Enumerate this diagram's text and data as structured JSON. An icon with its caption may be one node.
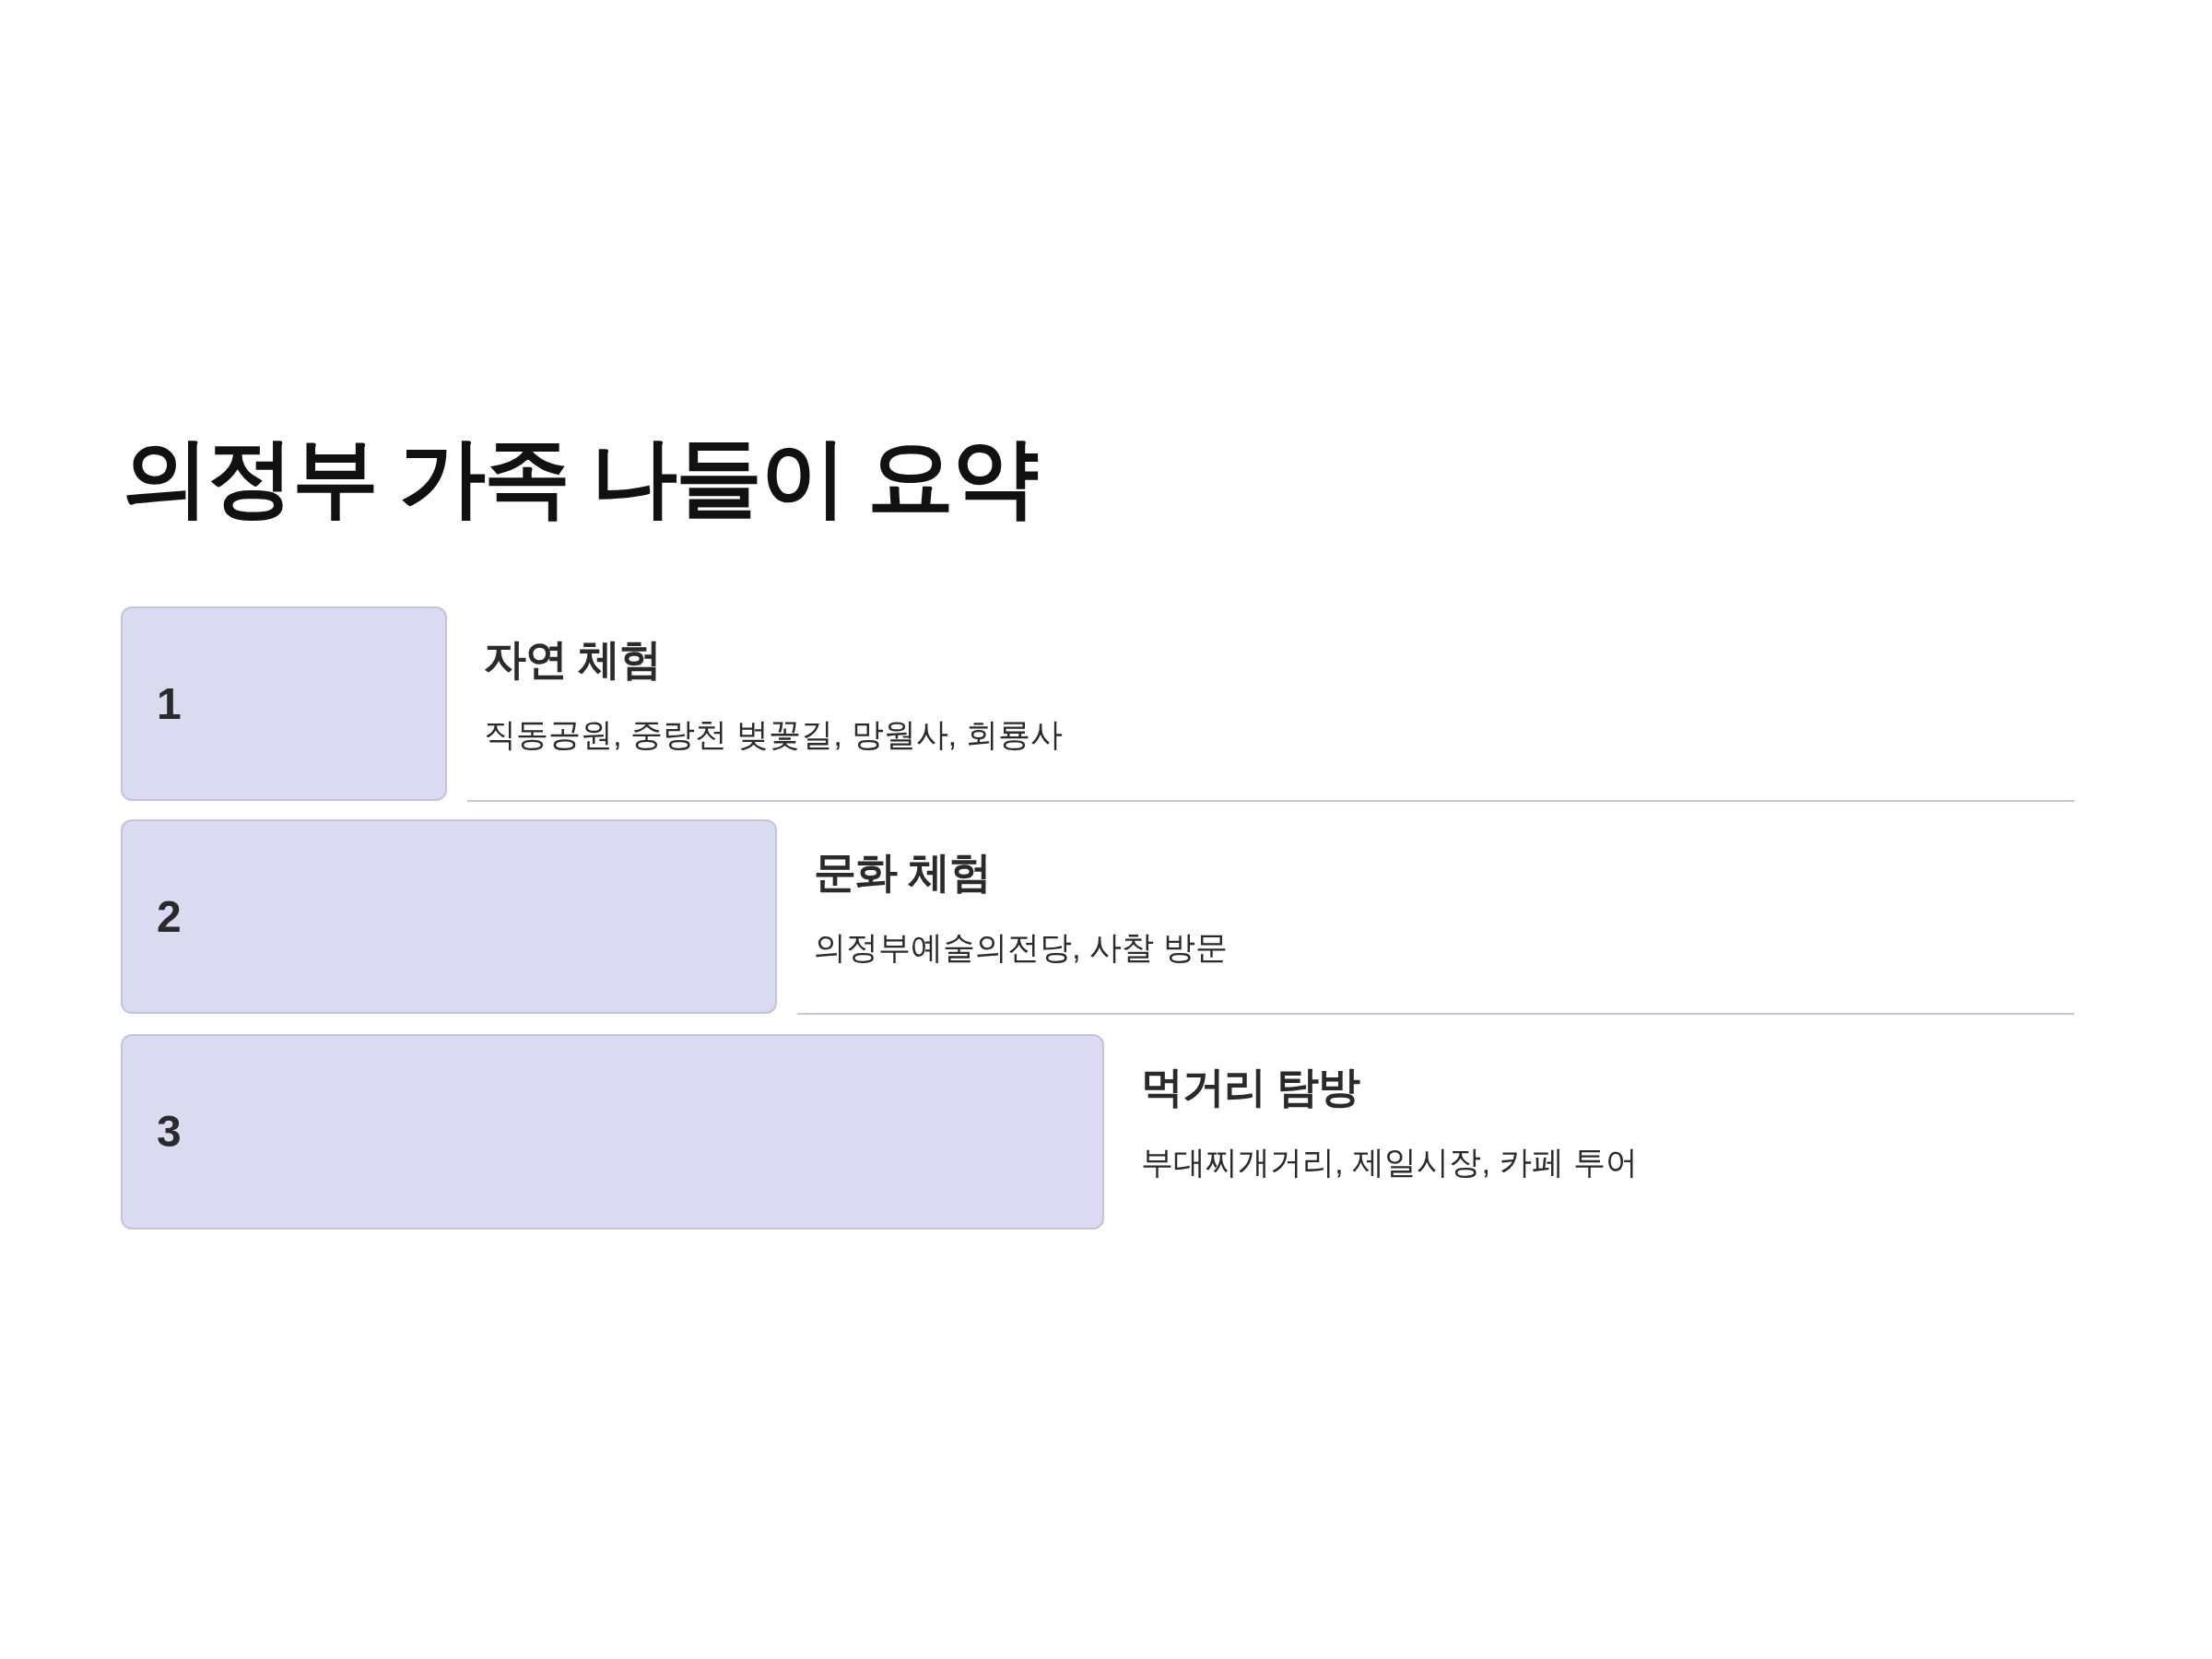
{
  "diagram": {
    "title": "의정부 가족 나들이 요약",
    "nodes": [
      {
        "text": [
          "1"
        ],
        "beside": [
          "자연 체험",
          "직동공원, 중랑천 벚꽃길, 망월사, 회룡사"
        ]
      },
      {
        "text": [
          "2"
        ],
        "beside": [
          "문화 체험",
          "의정부예술의전당, 사찰 방문"
        ]
      },
      {
        "text": [
          "3"
        ],
        "beside": [
          "먹거리 탐방",
          "부대찌개거리, 제일시장, 카페 투어"
        ]
      }
    ],
    "edges": []
  }
}
